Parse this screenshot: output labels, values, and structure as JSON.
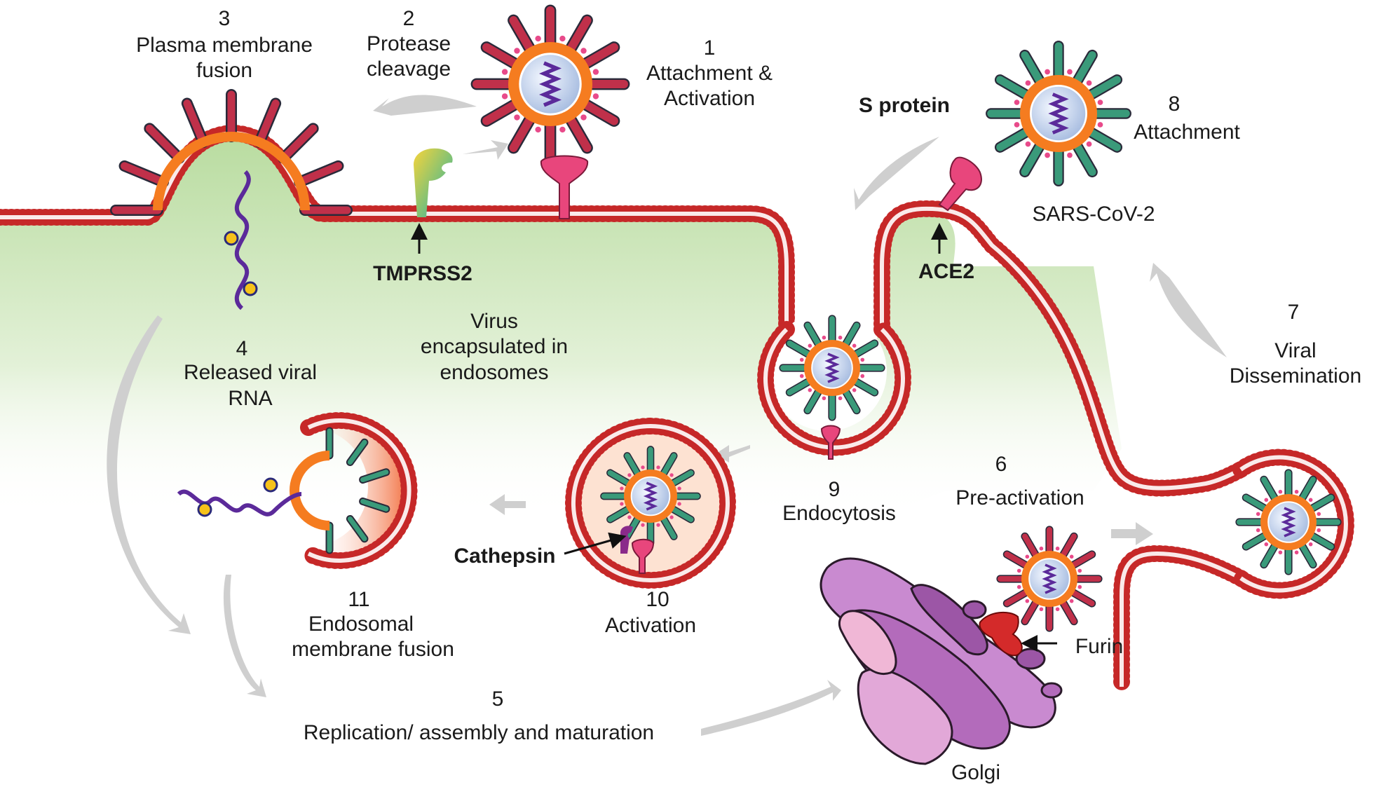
{
  "colors": {
    "membrane_head": "#c62828",
    "membrane_tail": "#e57373",
    "cytoplasm_green": "#c5e3b0",
    "virus_envelope": "#f57c20",
    "virus_core": "#c9d9f2",
    "rna": "#5b2a9a",
    "receptor": "#e8467c",
    "arrow_gray": "#c8c8c8",
    "golgi": "#b05fb0",
    "endosome_fusion": "#f26b3a",
    "text": "#1a1a1a"
  },
  "icons": [
    "virus-particle-icon",
    "ace2-receptor-icon",
    "tmprss2-protease-icon",
    "cathepsin-icon",
    "furin-icon",
    "golgi-icon",
    "viral-rna-icon"
  ],
  "labels": {
    "step1_num": "1",
    "step1_a": "Attachment &",
    "step1_b": "Activation",
    "step2_num": "2",
    "step2_a": "Protease",
    "step2_b": "cleavage",
    "step3_num": "3",
    "step3_a": "Plasma membrane",
    "step3_b": "fusion",
    "step4_num": "4",
    "step4_a": "Released viral",
    "step4_b": "RNA",
    "step5_num": "5",
    "step5_a": "Replication/ assembly and maturation",
    "step6_num": "6",
    "step6_a": "Pre-activation",
    "step7_num": "7",
    "step7_a": "Viral",
    "step7_b": "Dissemination",
    "step8_num": "8",
    "step8_a": "Attachment",
    "step9_num": "9",
    "step9_a": "Endocytosis",
    "step10_num": "10",
    "step10_a": "Activation",
    "step11_num": "11",
    "step11_a": "Endosomal",
    "step11_b": "membrane fusion",
    "virus_enc_a": "Virus",
    "virus_enc_b": "encapsulated in",
    "virus_enc_c": "endosomes",
    "tmprss2": "TMPRSS2",
    "ace2": "ACE2",
    "s_protein": "S protein",
    "sars": "SARS-CoV-2",
    "cathepsin": "Cathepsin",
    "furin": "Furin",
    "golgi": "Golgi"
  }
}
